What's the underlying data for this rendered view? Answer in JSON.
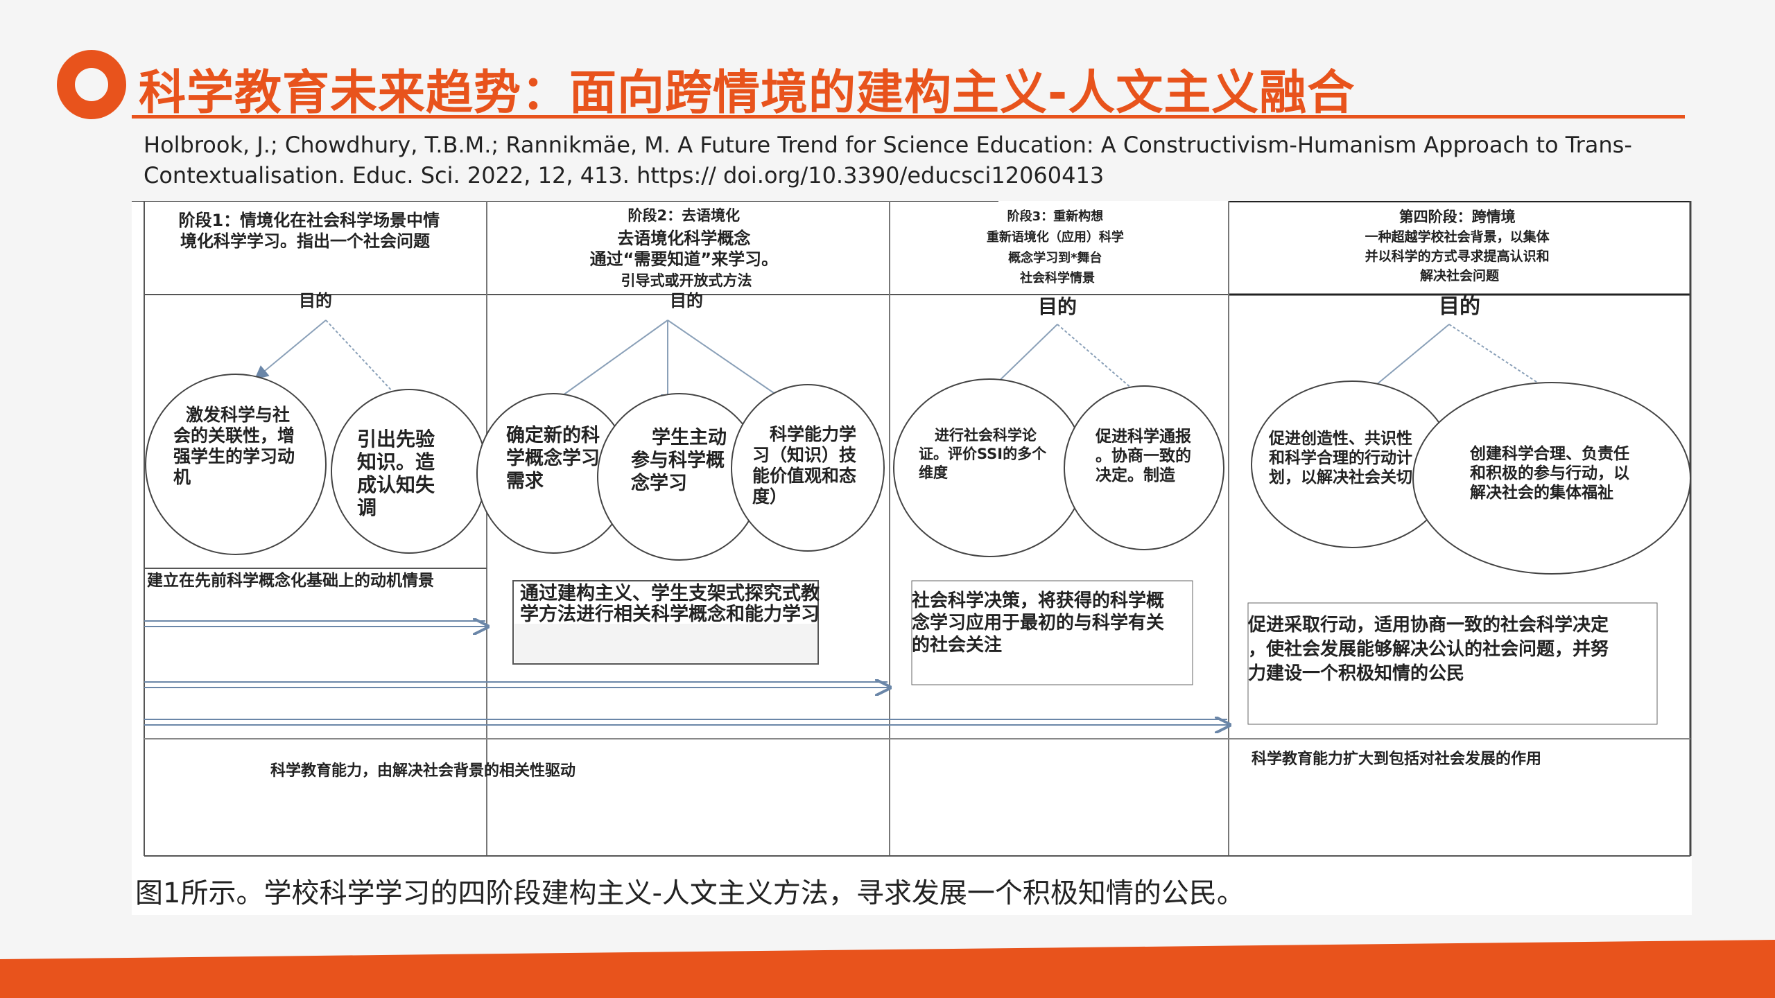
{
  "slide": {
    "title": "科学教育未来趋势：面向跨情境的建构主义-人文主义融合",
    "citation_line1": "Holbrook, J.; Chowdhury, T.B.M.; Rannikmäe, M. A Future Trend for Science Education: A Constructivism-Humanism Approach to Trans-",
    "citation_line2": "Contextualisation. Educ. Sci. 2022, 12, 413. https:// doi.org/10.3390/educsci12060413",
    "accent_color": "#e8531c"
  },
  "diagram": {
    "stages": [
      {
        "lines": [
          "阶段1：情境化在社会科学场景中情",
          "境化科学学习。指出一个社会问题"
        ],
        "purpose": "目的",
        "circles": [
          {
            "lines": [
              "激发科学与社",
              "会的关联性，增",
              "强学生的学习动",
              "机"
            ]
          },
          {
            "lines": [
              "引出先验",
              "知识。造",
              "成认知失",
              "调"
            ]
          }
        ]
      },
      {
        "lines": [
          "阶段2：去语境化",
          "去语境化科学概念",
          "通过“需要知道”来学习。",
          "引导式或开放式方法"
        ],
        "purpose": "目的",
        "circles": [
          {
            "lines": [
              "确定新的科",
              "学概念学习",
              "需求"
            ]
          },
          {
            "lines": [
              "学生主动",
              "参与科学概",
              "念学习"
            ]
          },
          {
            "lines": [
              "科学能力学",
              "习（知识）技",
              "能价值观和态",
              "度）"
            ]
          }
        ]
      },
      {
        "lines": [
          "阶段3：重新构想",
          "重新语境化（应用）科学",
          "概念学习到*舞台",
          "社会科学情景"
        ],
        "purpose": "目的",
        "circles": [
          {
            "lines": [
              "进行社会科学论",
              "证。评价SSI的多个",
              "维度"
            ]
          },
          {
            "lines": [
              "促进科学通报",
              "。协商一致的",
              "决定。制造"
            ]
          }
        ]
      },
      {
        "lines": [
          "第四阶段：跨情境",
          "一种超越学校社会背景，以集体",
          "并以科学的方式寻求提高认识和",
          "解决社会问题"
        ],
        "purpose": "目的",
        "circles": [
          {
            "lines": [
              "促进创造性、共识性",
              "和科学合理的行动计",
              "划，以解决社会关切"
            ]
          },
          {
            "lines": [
              "创建科学合理、负责任",
              "和积极的参与行动，以",
              "解决社会的集体福祉"
            ]
          }
        ]
      }
    ],
    "outcome1": [
      "建立在先前科学概念化基础上的动机情景"
    ],
    "outcome2": [
      "通过建构主义、学生支架式探究式教",
      "学方法进行相关科学概念和能力学习"
    ],
    "outcome3": [
      "社会科学决策，将获得的科学概",
      "念学习应用于最初的与科学有关",
      "的社会关注"
    ],
    "outcome4": [
      "促进采取行动，适用协商一致的社会科学决定",
      "，使社会发展能够解决公认的社会问题，并努",
      "力建设一个积极知情的公民"
    ],
    "ability_left": "科学教育能力，由解决社会背景的相关性驱动",
    "ability_right": "科学教育能力扩大到包括对社会发展的作用"
  },
  "caption": "图1所示。学校科学学习的四阶段建构主义-人文主义方法，寻求发展一个积极知情的公民。"
}
